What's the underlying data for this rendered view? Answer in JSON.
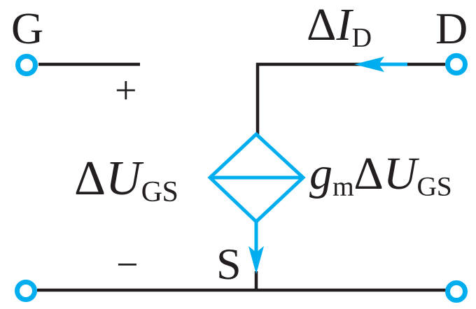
{
  "colors": {
    "accent_cyan": "#00AEEF",
    "ink_black": "#231F20"
  },
  "terminals": {
    "gate": {
      "label": "G"
    },
    "drain": {
      "label": "D"
    },
    "source": {
      "label": "S"
    }
  },
  "annotations": {
    "drain_current": {
      "delta": "Δ",
      "symbol": "I",
      "subscript": "D"
    },
    "gate_source_voltage": {
      "delta": "Δ",
      "symbol": "U",
      "subscript": "GS"
    },
    "controlled_source": {
      "coefficient": "g",
      "coefficient_subscript": "m",
      "delta": "Δ",
      "symbol": "U",
      "subscript": "GS"
    },
    "polarity": {
      "plus": "+",
      "minus": "−"
    }
  },
  "icons": {
    "terminal_node": "open-circle-terminal-icon",
    "dependent_current_source": "diamond-dependent-source-icon",
    "drain_current_arrow": "left-arrow-icon",
    "source_current_arrow": "down-arrow-icon"
  }
}
